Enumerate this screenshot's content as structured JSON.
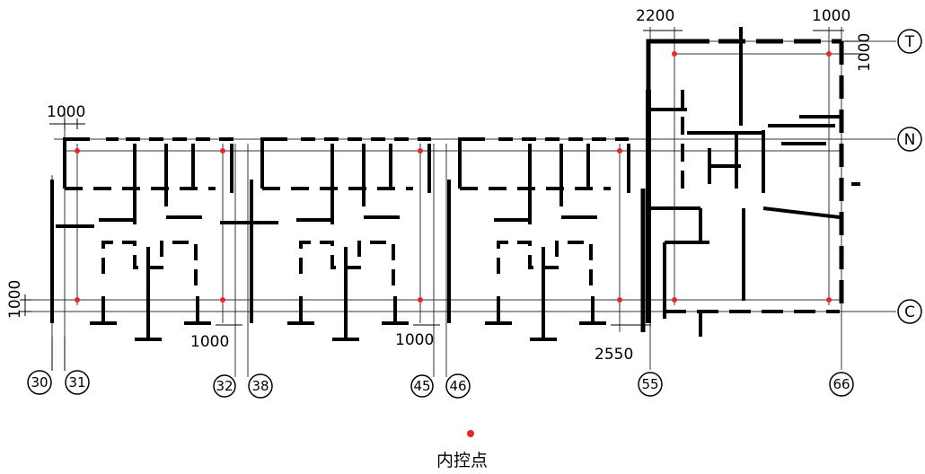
{
  "dimensions": {
    "top_left": "1000",
    "left_side": "1000",
    "mid_1": "1000",
    "mid_2": "1000",
    "right_bottom": "2550",
    "top_mid": "2200",
    "top_right": "1000",
    "right_side": "1000"
  },
  "axes": {
    "rows": [
      "T",
      "N",
      "C"
    ],
    "columns": [
      "30",
      "31",
      "32",
      "38",
      "45",
      "46",
      "55",
      "66"
    ]
  },
  "legend": {
    "label": "内控点",
    "color": "#e8262a"
  }
}
